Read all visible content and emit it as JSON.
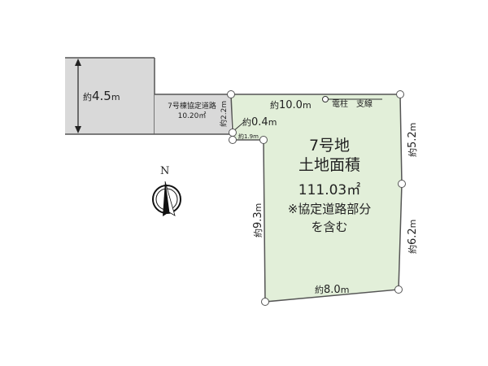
{
  "colors": {
    "lot_fill": "#e2efd9",
    "road_fill": "#d9d9d9",
    "outline": "#555555",
    "text": "#222222"
  },
  "lot": {
    "name": "7号地",
    "area_label": "土地面積",
    "area_value": "111.03㎡",
    "note_line1": "※協定道路部分",
    "note_line2": "を含む"
  },
  "neighbor_block": {
    "height_prefix": "約",
    "height_value": "4.5",
    "height_unit": "m"
  },
  "road": {
    "label": "7号棟協定道路",
    "area": "10.20㎡"
  },
  "dimensions": {
    "top": {
      "prefix": "約",
      "value": "10.0",
      "unit": "m"
    },
    "right_upper": {
      "prefix": "約",
      "value": "5.2",
      "unit": "m"
    },
    "right_lower": {
      "prefix": "約",
      "value": "6.2",
      "unit": "m"
    },
    "bottom": {
      "prefix": "約",
      "value": "8.0",
      "unit": "m"
    },
    "left": {
      "prefix": "約",
      "value": "9.3",
      "unit": "m"
    },
    "road_width": {
      "prefix": "約",
      "value": "2.2",
      "unit": "m"
    },
    "corner_diag": {
      "prefix": "約",
      "value": "0.4",
      "unit": "m"
    },
    "small_edge": {
      "prefix": "約",
      "value": "1.9",
      "unit": "m"
    }
  },
  "utility_pole": {
    "label": "電柱　支線"
  },
  "compass": {
    "label": "N"
  }
}
